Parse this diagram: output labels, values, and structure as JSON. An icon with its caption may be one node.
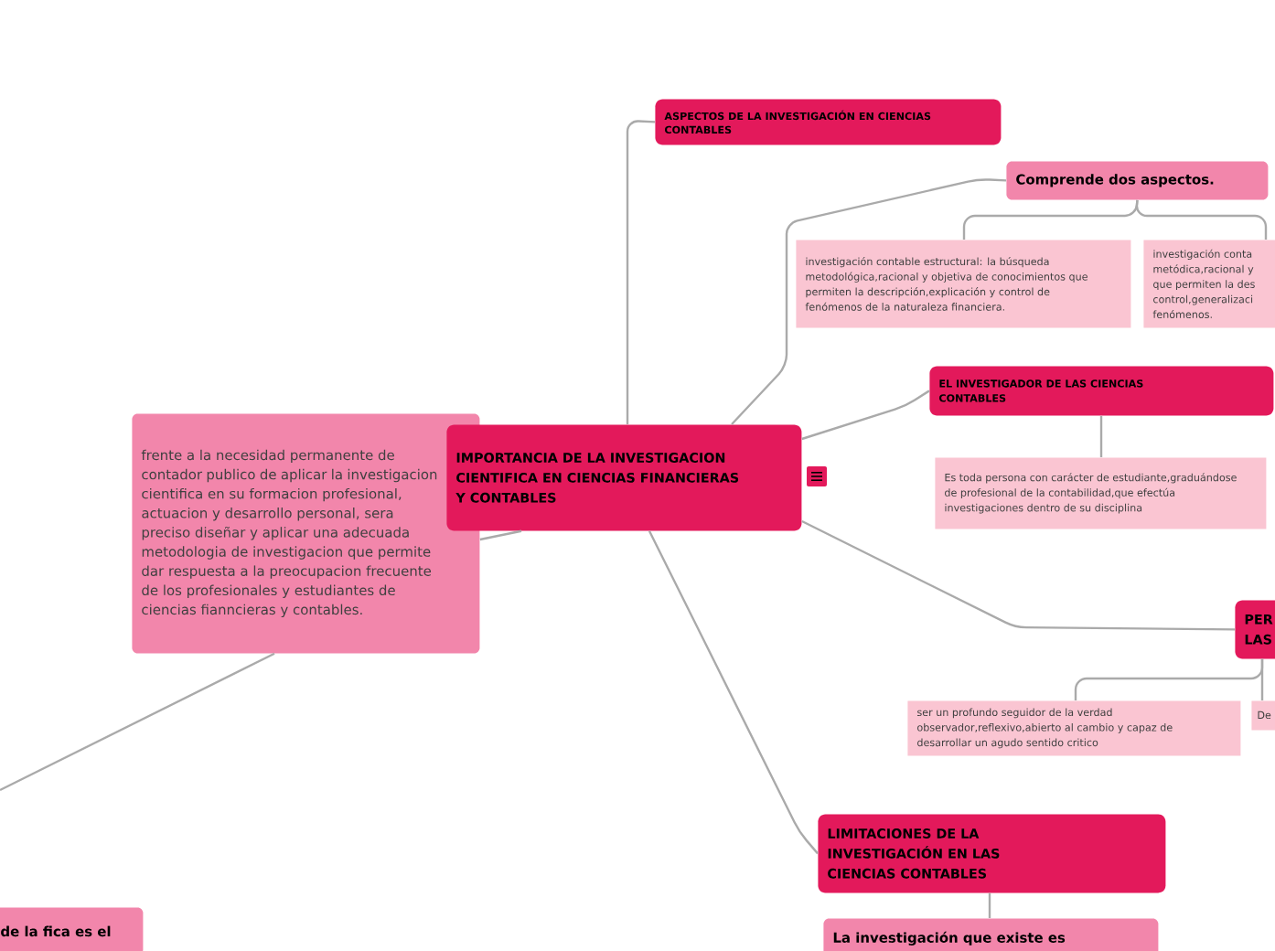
{
  "diagram": {
    "nodes": [
      {
        "text": [
          "IMPORTANCIA DE LA INVESTIGACION CIENTIFICA EN CIENCIAS FINANCIERAS Y CONTABLES"
        ]
      },
      {
        "text": [
          "ASPECTOS DE LA INVESTIGACIÓN EN CIENCIAS CONTABLES"
        ]
      },
      {
        "text": [
          "Comprende dos aspectos."
        ]
      },
      {
        "text": [
          "investigación contable estructural: la búsqueda metodológica,racional y objetiva de conocimientos que permiten la descripción,explicación y control de fenómenos de la naturaleza financiera."
        ]
      },
      {
        "text": [
          "investigación conta metódica,racional y que permiten la des control,generalizaci fenómenos."
        ]
      },
      {
        "text": [
          "EL INVESTIGADOR DE LAS CIENCIAS CONTABLES"
        ]
      },
      {
        "text": [
          "Es toda persona con carácter de estudiante,graduándose de profesional de la contabilidad,que efectúa investigaciones dentro de su disciplina"
        ]
      },
      {
        "text": [
          "PER LAS"
        ]
      },
      {
        "text": [
          "ser un profundo seguidor de la verdad observador,reflexivo,abierto al cambio y capaz de desarrollar un agudo sentido critico"
        ]
      },
      {
        "text": [
          "De"
        ]
      },
      {
        "text": [
          "LIMITACIONES DE LA INVESTIGACIÓN EN  LAS CIENCIAS CONTABLES"
        ]
      },
      {
        "text": [
          "La investigación que existe es"
        ]
      },
      {
        "text": [
          "frente a la necesidad permanente de contador publico de aplicar la investigacion cientifica en su formacion profesional, actuacion y desarrollo personal, sera preciso diseñar y aplicar una adecuada metodologia de investigacion que permite dar respuesta a la preocupacion frecuente de los profesionales y estudiantes de ciencias fianncieras y contables."
        ]
      },
      {
        "text": [
          "de la fica es el"
        ]
      }
    ],
    "edges": [
      {
        "from": 0,
        "to": 1,
        "arrow": "none"
      },
      {
        "from": 0,
        "to": 2,
        "arrow": "none"
      },
      {
        "from": 2,
        "to": 3,
        "arrow": "none"
      },
      {
        "from": 2,
        "to": 4,
        "arrow": "none"
      },
      {
        "from": 0,
        "to": 5,
        "arrow": "none"
      },
      {
        "from": 5,
        "to": 6,
        "arrow": "none"
      },
      {
        "from": 0,
        "to": 7,
        "arrow": "none"
      },
      {
        "from": 7,
        "to": 8,
        "arrow": "none"
      },
      {
        "from": 7,
        "to": 9,
        "arrow": "none"
      },
      {
        "from": 0,
        "to": 10,
        "arrow": "none"
      },
      {
        "from": 10,
        "to": 11,
        "arrow": "none"
      },
      {
        "from": 0,
        "to": 12,
        "arrow": "none"
      },
      {
        "from": 12,
        "to": null,
        "arrow": "none"
      }
    ]
  }
}
